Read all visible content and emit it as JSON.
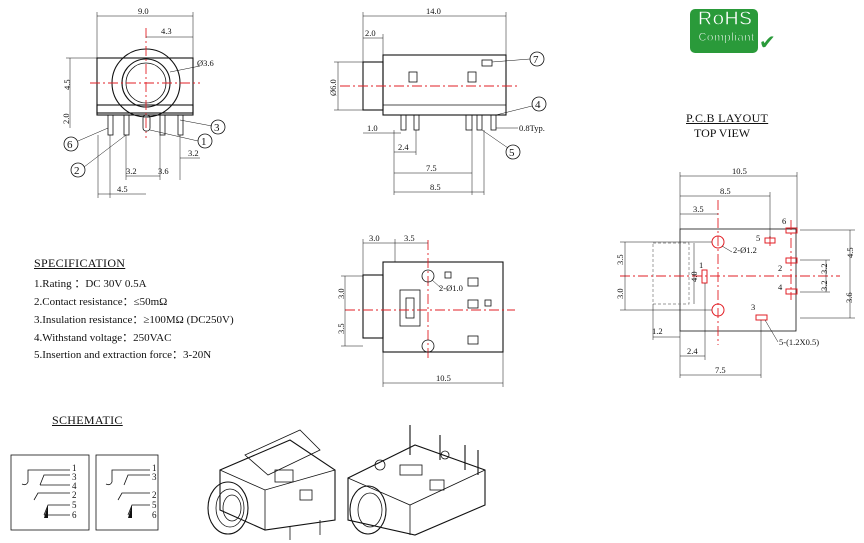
{
  "logo": {
    "title": "RoHS",
    "subtitle": "Compliant"
  },
  "front_view": {
    "dims": {
      "width": "9.0",
      "offset": "4.3",
      "height": "4.5",
      "base": "2.0",
      "hole": "Ø3.6",
      "pitch_a": "3.2",
      "pitch_b": "3.6",
      "pitch_c": "3.2",
      "bottom": "4.5"
    },
    "pins": [
      "1",
      "2",
      "3",
      "6"
    ]
  },
  "side_view": {
    "dims": {
      "length": "14.0",
      "nose": "2.0",
      "dia": "Ø6.0",
      "lead": "1.0",
      "pin_a": "2.4",
      "pin_b": "7.5",
      "pin_c": "8.5",
      "pin_w": "0.8Typ."
    },
    "pins": [
      "7",
      "4",
      "5"
    ]
  },
  "pcb_layout": {
    "title": "P.C.B LAYOUT",
    "subtitle": "TOP VIEW",
    "dims": {
      "total": "10.5",
      "mid": "8.5",
      "near": "3.5",
      "h_left_a": "3.5",
      "h_left_b": "3.0",
      "inner_h": "4.0",
      "r_a": "4.5",
      "r_b": "3.2",
      "r_c": "3.2",
      "r_d": "3.6",
      "bot_a": "1.2",
      "bot_b": "2.4",
      "bot_c": "7.5"
    },
    "holes_label": "2-Ø1.2",
    "pads_label": "5-(1.2X0.5)",
    "pins": [
      "6",
      "5",
      "2",
      "4",
      "3",
      "1"
    ]
  },
  "bottom_view": {
    "dims": {
      "a": "3.0",
      "b": "3.5",
      "c": "3.0",
      "d": "3.5",
      "e": "10.5"
    },
    "holes_label": "2-Ø1.0"
  },
  "specification": {
    "title": "SPECIFICATION",
    "items": [
      "1.Rating  ：DC 30V 0.5A",
      "2.Contact resistance：≤50mΩ",
      "3.Insulation resistance：≥100MΩ (DC250V)",
      "4.Withstand voltage：250VAC",
      "5.Insertion and extraction force：3-20N"
    ]
  },
  "schematic": {
    "title": "SCHEMATIC",
    "left_pins": [
      "1",
      "3",
      "4",
      "2",
      "5",
      "6"
    ],
    "right_pins": [
      "1",
      "3",
      "2",
      "5",
      "6"
    ]
  }
}
